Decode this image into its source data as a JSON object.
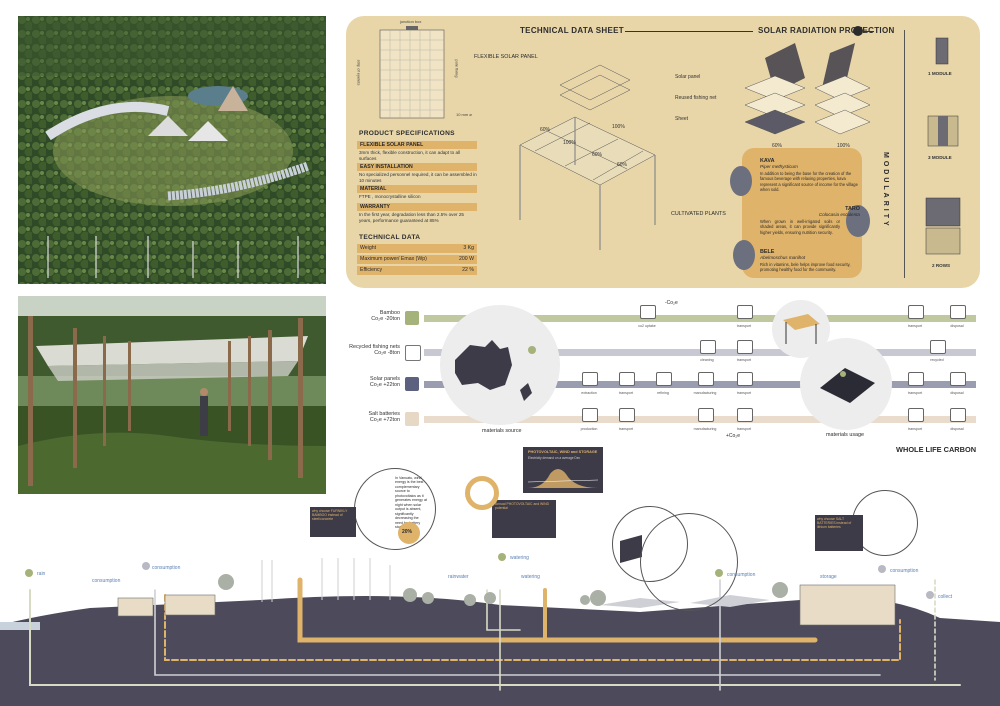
{
  "colors": {
    "sheet_bg": "#e8d6a9",
    "accent_gold": "#e0b36a",
    "green_line": "#b9c29b",
    "grey_line": "#b9b9c4",
    "navy_line": "#5c6180",
    "beige_line": "#e7d7c5",
    "ground": "#4d4b5b",
    "dark": "#3d3b48"
  },
  "data_sheet": {
    "title": "TECHNICAL DATA SHEET",
    "junction_box": "junction box",
    "flexible_panel": "FLEXIBLE SOLAR PANEL",
    "dimension_label": "10 mm ⌀",
    "side_label_a": "strip of eyelets",
    "side_label_b": "pole fixing",
    "product_specs": {
      "heading": "PRODUCT SPECIFICATIONS",
      "items": [
        {
          "label": "FLEXIBLE SOLAR PANEL",
          "text": "3mm thick, flexible construction, it can adapt to all surfaces"
        },
        {
          "label": "EASY INSTALLATION",
          "text": "No specialized personnel required, it can be assembled in 10 minutes"
        },
        {
          "label": "MATERIAL",
          "text": "FTPE , monocrystalline silicon"
        },
        {
          "label": "WARRANTY",
          "text": "In the first year, degradation less than 2.5% over 25 years, performance guaranteed at 85%"
        }
      ]
    },
    "technical_data": {
      "heading": "TECHNICAL DATA",
      "rows": [
        {
          "label": "Weight",
          "value": "3 Kg"
        },
        {
          "label": "Maximum power/ Emax (Wp)",
          "value": "200 W"
        },
        {
          "label": "Efficiency",
          "value": "22 %"
        }
      ]
    },
    "structure_labels": [
      "60%",
      "100%",
      "60%",
      "60%",
      "100%"
    ],
    "cultivated": "CULTIVATED PLANTS"
  },
  "radiation": {
    "title": "SOLAR RADIATION PROTECTION",
    "layers": [
      "Solar panel",
      "Reused fishing net",
      "Sheet"
    ],
    "pct_left": "60%",
    "pct_right": "100%"
  },
  "plants": [
    {
      "name": "KAVA",
      "latin": "Piper methysticum",
      "text": "In addition to being the base for the creation of the famous beverage with relaxing properties, kava represent a significant source of income for the village when sold."
    },
    {
      "name": "TARO",
      "latin": "Colocasia esculenta",
      "text": "When grown in well-irrigated soils or shaded areas, it can provide significantly higher yields, ensuring nutrition security."
    },
    {
      "name": "BELE",
      "latin": "Abelmoschus manihot",
      "text": "Rich in vitamins, bele helps improve food security, promoting healthy food for the community."
    }
  ],
  "modularity": {
    "title": "MODULARITY",
    "items": [
      "1 MODULE",
      "3 MODULE",
      "2 ROWS"
    ]
  },
  "carbon": {
    "title": "WHOLE LIFE CARBON",
    "rows": [
      {
        "label": "Bamboo",
        "value": "Co₂e -20ton"
      },
      {
        "label": "Recycled fishing nets",
        "value": "Co₂e -8ton"
      },
      {
        "label": "Solar panels",
        "value": "Co₂e +22ton"
      },
      {
        "label": "Salt batteries",
        "value": "Co₂e +72ton"
      }
    ],
    "circle_left": "materials source",
    "circle_right": "materials usage",
    "co2_top": "-Co₂e",
    "co2_bottom": "+Co₂e",
    "steps_row1": [
      "co2 uptake",
      "transport",
      "transport",
      "disposal"
    ],
    "steps_row2": [
      "cleaning",
      "transport",
      "recycled"
    ],
    "steps_row3": [
      "extraction",
      "transport",
      "refining",
      "manufacturing",
      "transport",
      "transport",
      "disposal"
    ],
    "steps_row4": [
      "production",
      "transport",
      "manufacturing",
      "transport",
      "transport",
      "disposal"
    ]
  },
  "section": {
    "tags": [
      "rain",
      "consumption",
      "consumption",
      "watering",
      "rainwater",
      "watering",
      "consumption",
      "storage",
      "consumption",
      "collect"
    ],
    "callouts": {
      "bamboo": "why choose FURNIKLY BAMBOO instead of steel/concrete",
      "wind": "In Vanuatu, wind energy is the best complementary source to photovoltaics as it generates energy at night when solar output is absent, significantly decreasing the need for battery storage.",
      "wind_pct": "20%",
      "pv_chart_title": "PHOTOVOLTAIC, WIND and STORAGE",
      "pv_chart_sub": "Electricity demand on a average Dec",
      "annual_pv": "Annual PHOTOVOLTAIC and WIND potential",
      "salt": "why choose SALT BATTERIES instead of lithium batteries"
    }
  }
}
